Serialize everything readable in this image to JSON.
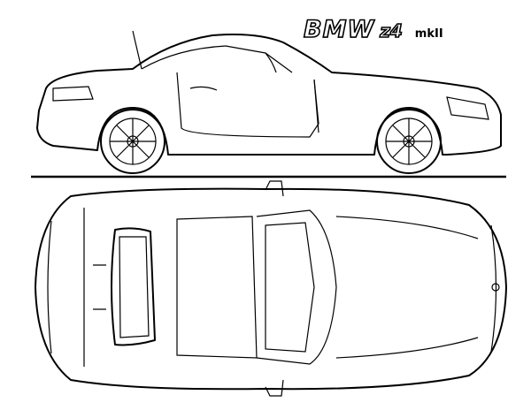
{
  "title": {
    "brand": "BMW",
    "model": "z4",
    "generation": "mkII"
  },
  "drawing": {
    "subject": "car-blueprint",
    "views": [
      "side",
      "top"
    ],
    "line_color": "#000000",
    "background": "#ffffff"
  }
}
